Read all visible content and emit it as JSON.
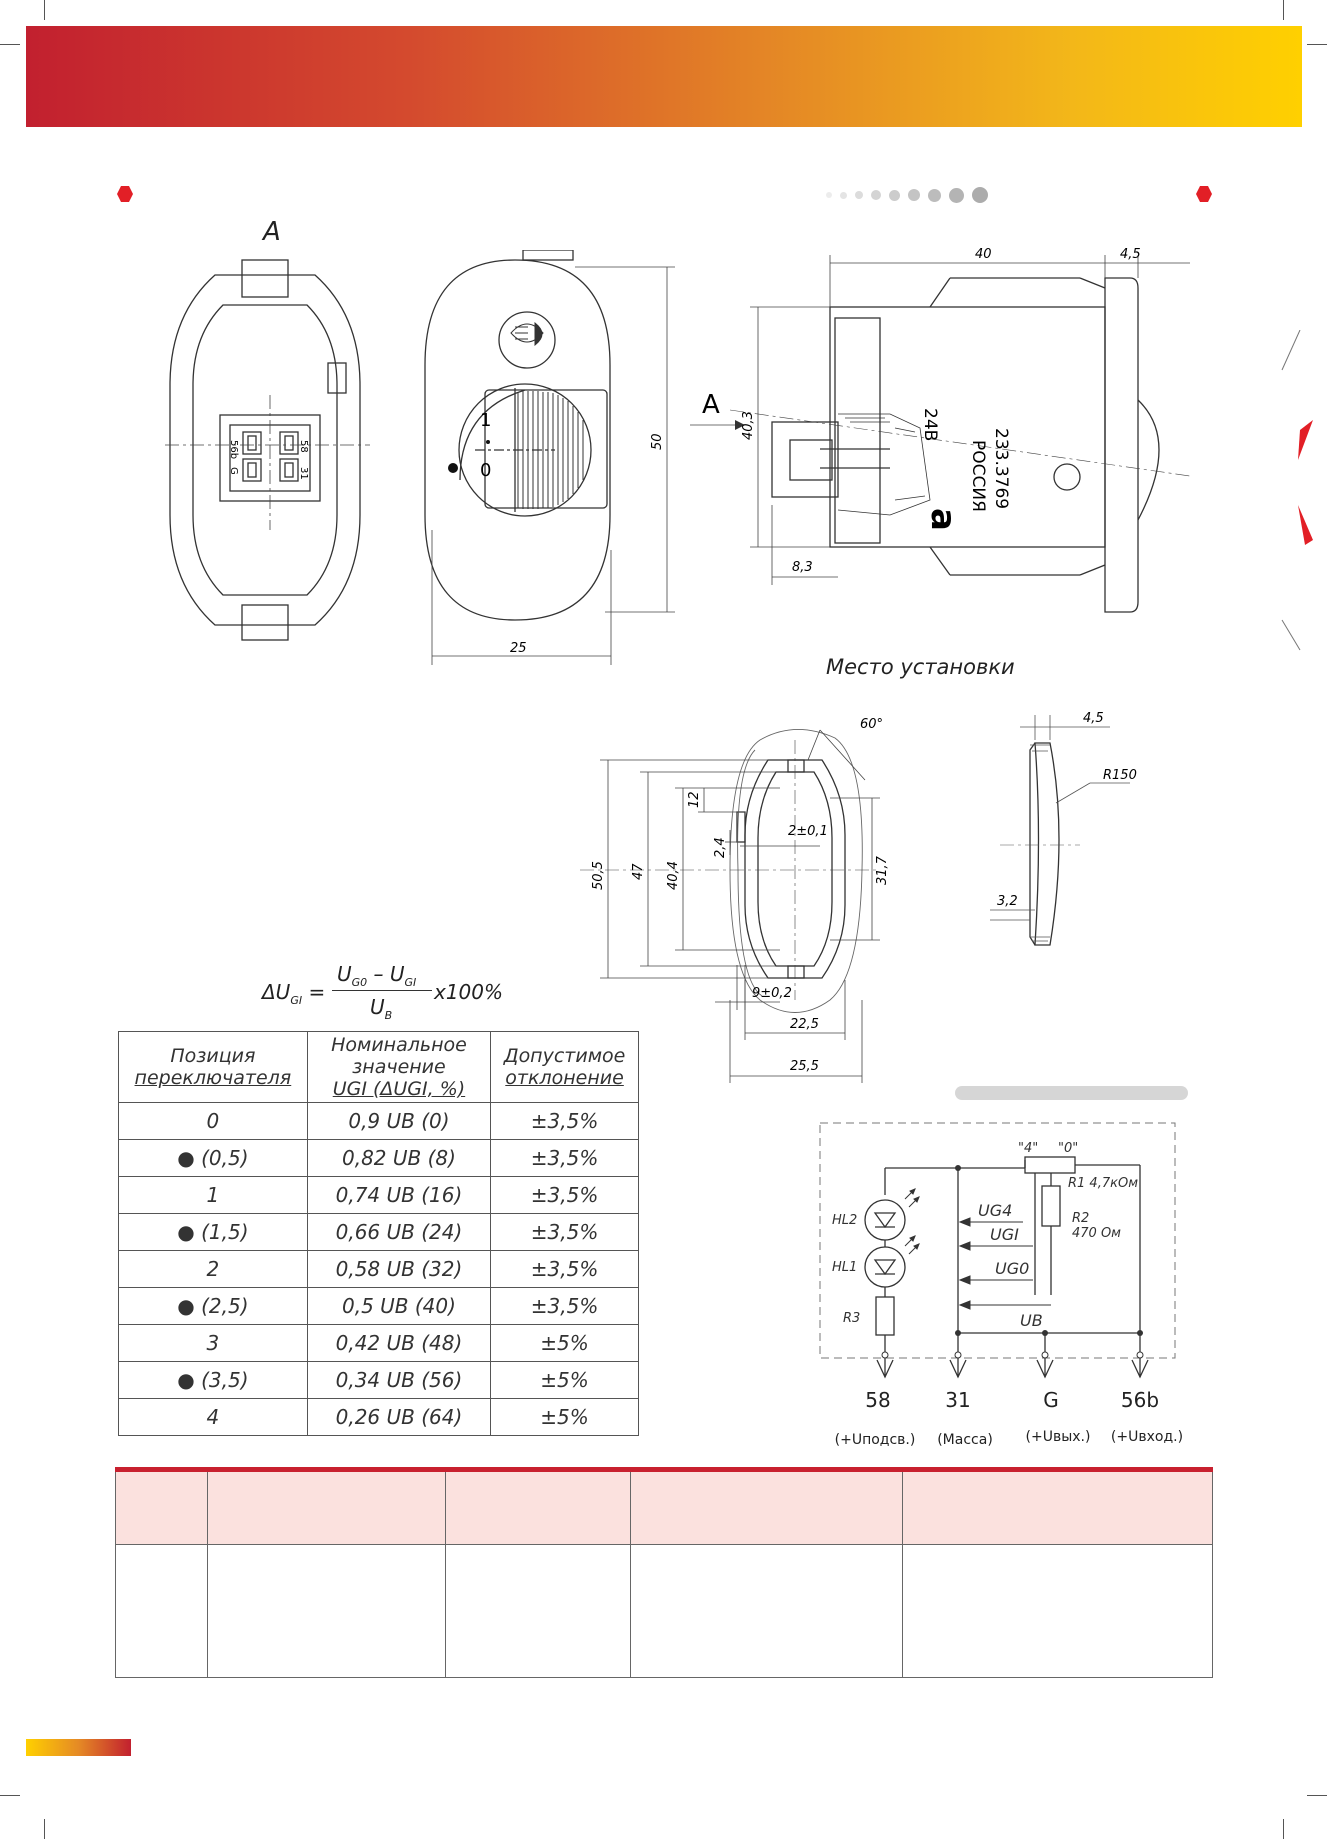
{
  "drawings": {
    "view_a_label": "A",
    "connector_pins": [
      "56b",
      "58",
      "G",
      "31"
    ],
    "front_dim_width": "25",
    "front_dim_height": "50",
    "knob_mark_1": "1",
    "knob_mark_0": "0",
    "side_dims": {
      "length": "40",
      "flange": "4,5",
      "height": "40,3",
      "depth": "8,3"
    },
    "side_arrow_label": "A",
    "body_marking": {
      "part_number": "233.3769",
      "country": "РОССИЯ",
      "voltage": "24В"
    },
    "mounting_caption": "Место установки",
    "cutout_dims": {
      "angle": "60°",
      "d1": "50,5",
      "d2": "47",
      "d3": "40,4",
      "d4": "12",
      "d5": "2,4",
      "d6": "2±0,1",
      "d7": "31,7",
      "d8": "9±0,2",
      "d9": "22,5",
      "d10": "25,5"
    },
    "profile_dims": {
      "thickness": "4,5",
      "radius": "R150",
      "step": "3,2"
    }
  },
  "formula": {
    "lhs": "ΔU",
    "lhs_sub": "GI",
    "equals": "=",
    "num_a": "U",
    "num_a_sub": "G0",
    "minus": "–",
    "num_b": "U",
    "num_b_sub": "GI",
    "den": "U",
    "den_sub": "B",
    "tail": "x100%"
  },
  "spec_table": {
    "headers": [
      [
        "Позиция",
        "переключателя"
      ],
      [
        "Номинальное значение",
        "UGI (ΔUGI, %)"
      ],
      [
        "Допустимое",
        "отклонение"
      ]
    ],
    "rows": [
      [
        "0",
        "0,9 UB (0)",
        "±3,5%"
      ],
      [
        "● (0,5)",
        "0,82 UB (8)",
        "±3,5%"
      ],
      [
        "1",
        "0,74 UB (16)",
        "±3,5%"
      ],
      [
        "● (1,5)",
        "0,66 UB (24)",
        "±3,5%"
      ],
      [
        "2",
        "0,58 UB (32)",
        "±3,5%"
      ],
      [
        "● (2,5)",
        "0,5 UB (40)",
        "±3,5%"
      ],
      [
        "3",
        "0,42 UB (48)",
        "±5%"
      ],
      [
        "● (3,5)",
        "0,34 UB (56)",
        "±5%"
      ],
      [
        "4",
        "0,26 UB (64)",
        "±5%"
      ]
    ]
  },
  "schematic": {
    "pos_labels": [
      "\"4\"",
      "\"0\""
    ],
    "r1": "R1 4,7кОм",
    "r2": "R2",
    "r2_value": "470 Ом",
    "r3": "R3",
    "hl2": "HL2",
    "hl1": "HL1",
    "u_labels": [
      "UG4",
      "UGI",
      "UG0",
      "UB"
    ],
    "terminals": [
      {
        "num": "58",
        "desc": "(+Uподсв.)"
      },
      {
        "num": "31",
        "desc": "(Масса)"
      },
      {
        "num": "G",
        "desc": "(+Uвых.)"
      },
      {
        "num": "56b",
        "desc": "(+Uвход.)"
      }
    ]
  },
  "colors": {
    "accent_red": "#e21f26",
    "banner_start": "#c2202f",
    "banner_end": "#ffd000",
    "table_header_bg": "#fbe1de"
  }
}
